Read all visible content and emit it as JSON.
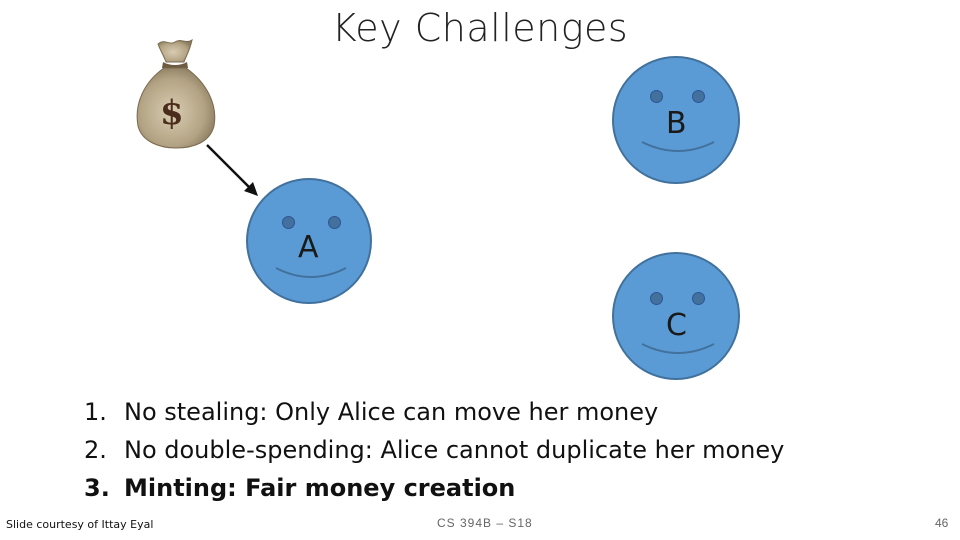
{
  "slide": {
    "title": "Key Challenges",
    "nodes": [
      {
        "label": "A"
      },
      {
        "label": "B"
      },
      {
        "label": "C"
      }
    ],
    "list": [
      {
        "number": "1.",
        "text": "No stealing: Only Alice can move her money",
        "bold": false
      },
      {
        "number": "2.",
        "text": "No double-spending: Alice cannot duplicate her money",
        "bold": false
      },
      {
        "number": "3.",
        "text": "Minting: Fair money creation",
        "bold": true
      }
    ],
    "money_bag_symbol": "$",
    "footer": {
      "credit": "Slide courtesy of Ittay Eyal",
      "course": "CS 394B – S18",
      "page": "46"
    },
    "colors": {
      "face_fill": "#5b9bd5",
      "face_outline": "#41719c",
      "bag": "#b8a88a"
    },
    "icons": [
      "money-bag-icon",
      "arrow-icon",
      "smiley-face-icon"
    ]
  }
}
